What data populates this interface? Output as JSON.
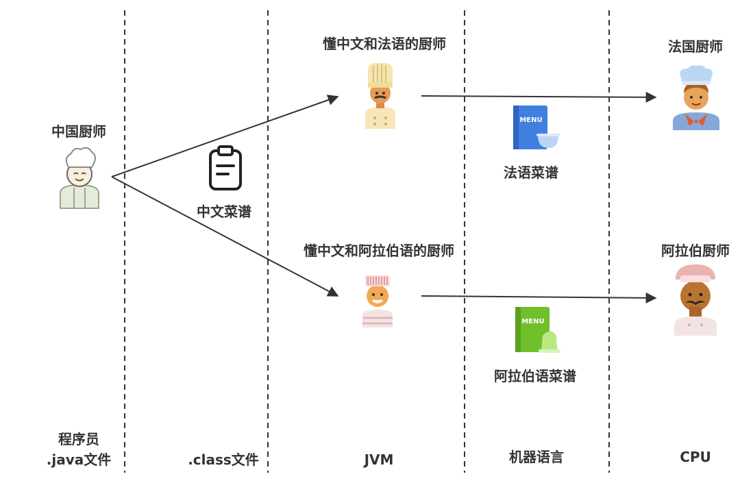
{
  "actors": {
    "chinese_chef": "中国厨师",
    "french_bilingual_chef": "懂中文和法语的厨师",
    "arabic_bilingual_chef": "懂中文和阿拉伯语的厨师",
    "french_chef": "法国厨师",
    "arabic_chef": "阿拉伯厨师"
  },
  "recipes": {
    "chinese": "中文菜谱",
    "french": "法语菜谱",
    "arabic": "阿拉伯语菜谱",
    "menu_word": "MENU"
  },
  "columns": {
    "programmer": "程序员",
    "java_file": ".java文件",
    "class_file": ".class文件",
    "jvm": "JVM",
    "machine_language": "机器语言",
    "cpu": "CPU"
  },
  "colors": {
    "line": "#333333",
    "french_menu": "#3f7fe0",
    "arabic_menu": "#6fc02a"
  }
}
